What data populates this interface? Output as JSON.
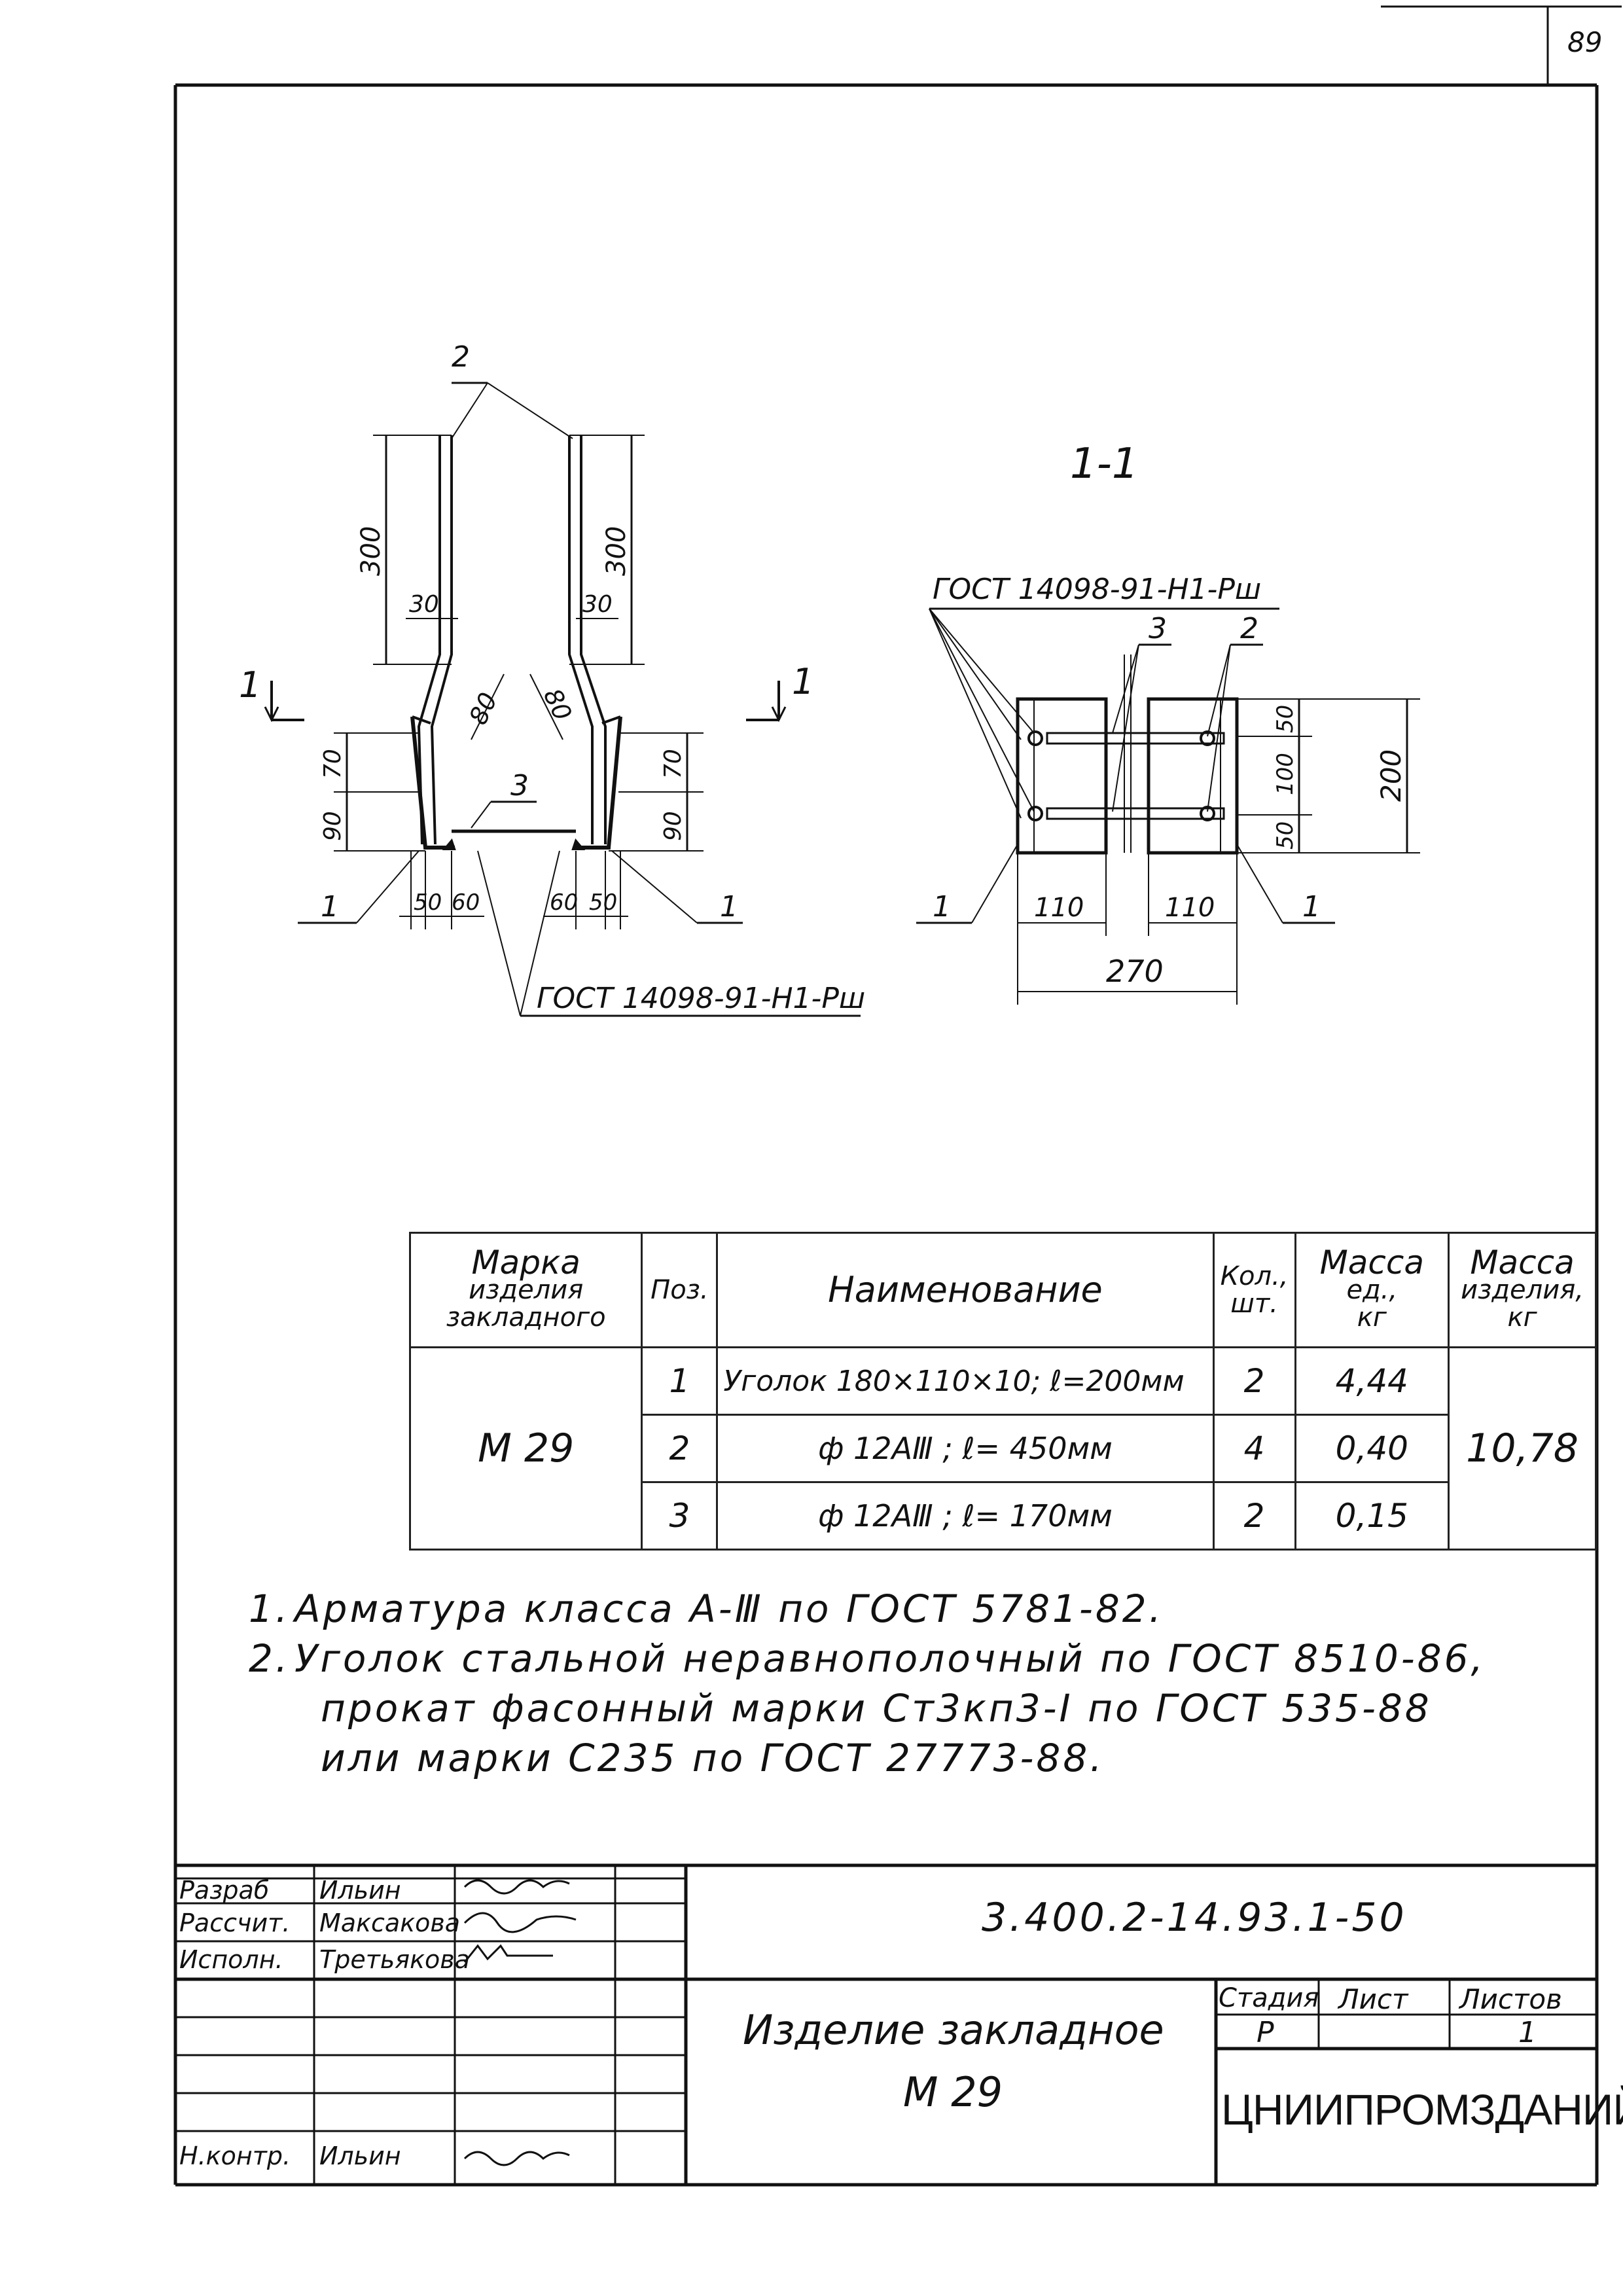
{
  "page_number": "89",
  "drawing": {
    "section_title": "1-1",
    "section_marker": "1",
    "gost_weld_left": "ГОСТ 14098-91-Н1-Рш",
    "gost_weld_right": "ГОСТ 14098-91-Н1-Рш",
    "positions": {
      "p1": "1",
      "p2": "2",
      "p3": "3"
    },
    "dims_left": {
      "d300": "300",
      "d30": "30",
      "d80": "80",
      "d70": "70",
      "d90": "90",
      "d50": "50",
      "d60": "60"
    },
    "dims_right": {
      "d50": "50",
      "d100": "100",
      "d200": "200",
      "d110": "110",
      "d270": "270"
    }
  },
  "spec_table": {
    "headers": {
      "mark": [
        "Марка",
        "изделия",
        "закладного"
      ],
      "pos": "Поз.",
      "name": "Наименование",
      "qty": [
        "Кол.,",
        "шт."
      ],
      "unit_mass": [
        "Масса",
        "ед.,",
        "кг"
      ],
      "item_mass": [
        "Масса",
        "изделия,",
        "кг"
      ]
    },
    "mark": "М 29",
    "item_mass": "10,78",
    "rows": [
      {
        "pos": "1",
        "name": "Уголок 180×110×10; ℓ=200мм",
        "qty": "2",
        "mass": "4,44"
      },
      {
        "pos": "2",
        "name": "ф 12АⅢ ; ℓ= 450мм",
        "qty": "4",
        "mass": "0,40"
      },
      {
        "pos": "3",
        "name": "ф 12АⅢ ; ℓ= 170мм",
        "qty": "2",
        "mass": "0,15"
      }
    ]
  },
  "notes": [
    {
      "num": "1.",
      "lines": [
        "Арматура класса А-Ⅲ по ГОСТ 5781-82."
      ]
    },
    {
      "num": "2.",
      "lines": [
        "Уголок стальной неравнополочный по ГОСТ 8510-86,",
        "прокат фасонный марки Ст3кп3-Ⅰ по ГОСТ 535-88",
        "или марки С235 по ГОСТ 27773-88."
      ]
    }
  ],
  "title_block": {
    "roles": [
      {
        "role": "Разраб",
        "name": "Ильин"
      },
      {
        "role": "Рассчит.",
        "name": "Максакова"
      },
      {
        "role": "Исполн.",
        "name": "Третьякова"
      },
      {
        "role": "Н.контр.",
        "name": "Ильин"
      }
    ],
    "doc_code": "3.400.2-14.93.1-50",
    "product_name": "Изделие закладное",
    "product_mark": "М 29",
    "stage_label": "Стадия",
    "sheet_label": "Лист",
    "sheets_label": "Листов",
    "stage": "Р",
    "sheets": "1",
    "organization": "ЦНИИПРОМЗДАНИЙ"
  }
}
